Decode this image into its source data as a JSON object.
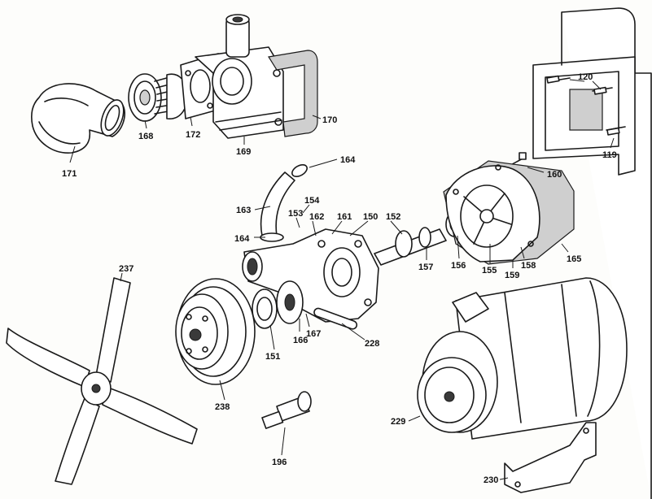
{
  "callouts": [
    {
      "id": "c171",
      "text": "171"
    },
    {
      "id": "c168",
      "text": "168"
    },
    {
      "id": "c172",
      "text": "172"
    },
    {
      "id": "c169",
      "text": "169"
    },
    {
      "id": "c170",
      "text": "170"
    },
    {
      "id": "c120",
      "text": "120"
    },
    {
      "id": "c119",
      "text": "119"
    },
    {
      "id": "c164a",
      "text": "164"
    },
    {
      "id": "c160",
      "text": "160"
    },
    {
      "id": "c163",
      "text": "163"
    },
    {
      "id": "c154",
      "text": "154"
    },
    {
      "id": "c153",
      "text": "153"
    },
    {
      "id": "c162",
      "text": "162"
    },
    {
      "id": "c161",
      "text": "161"
    },
    {
      "id": "c150",
      "text": "150"
    },
    {
      "id": "c152",
      "text": "152"
    },
    {
      "id": "c164b",
      "text": "164"
    },
    {
      "id": "c165",
      "text": "165"
    },
    {
      "id": "c157",
      "text": "157"
    },
    {
      "id": "c156",
      "text": "156"
    },
    {
      "id": "c155",
      "text": "155"
    },
    {
      "id": "c158",
      "text": "158"
    },
    {
      "id": "c159",
      "text": "159"
    },
    {
      "id": "c237",
      "text": "237"
    },
    {
      "id": "c151",
      "text": "151"
    },
    {
      "id": "c167",
      "text": "167"
    },
    {
      "id": "c166",
      "text": "166"
    },
    {
      "id": "c228",
      "text": "228"
    },
    {
      "id": "c238",
      "text": "238"
    },
    {
      "id": "c229",
      "text": "229"
    },
    {
      "id": "c196",
      "text": "196"
    },
    {
      "id": "c230",
      "text": "230"
    }
  ]
}
